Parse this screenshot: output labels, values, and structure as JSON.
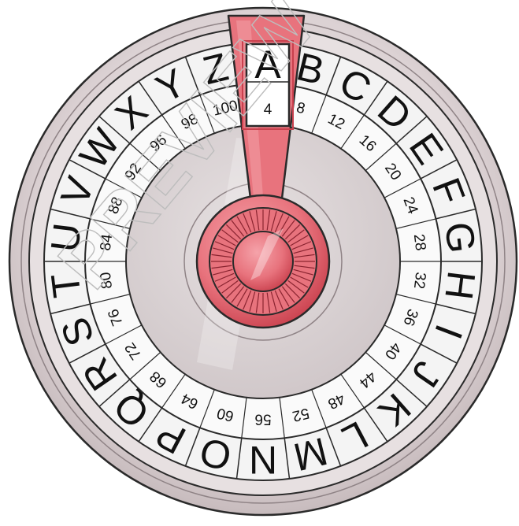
{
  "wheel": {
    "outer_letters": [
      "A",
      "B",
      "C",
      "D",
      "E",
      "F",
      "G",
      "H",
      "I",
      "J",
      "K",
      "L",
      "M",
      "N",
      "O",
      "P",
      "Q",
      "R",
      "S",
      "T",
      "U",
      "V",
      "W",
      "X",
      "Y",
      "Z"
    ],
    "inner_numbers": [
      "4",
      "8",
      "12",
      "16",
      "20",
      "24",
      "28",
      "32",
      "36",
      "40",
      "44",
      "48",
      "52",
      "56",
      "60",
      "64",
      "68",
      "72",
      "76",
      "80",
      "84",
      "88",
      "92",
      "96",
      "98",
      "100"
    ],
    "pointer_letter": "A",
    "pointer_number": "4"
  },
  "watermark": {
    "text": "PREVIEW"
  },
  "colors": {
    "rim": "#dcd2d4",
    "rim_dark": "#b9adb0",
    "ring_outline": "#2a2a2a",
    "letter_ring": "#f4f4f4",
    "center_disc": "#d9d2d3",
    "pointer": "#e8737d",
    "pointer_dark": "#c9404d",
    "pointer_light": "#f29ca3"
  }
}
